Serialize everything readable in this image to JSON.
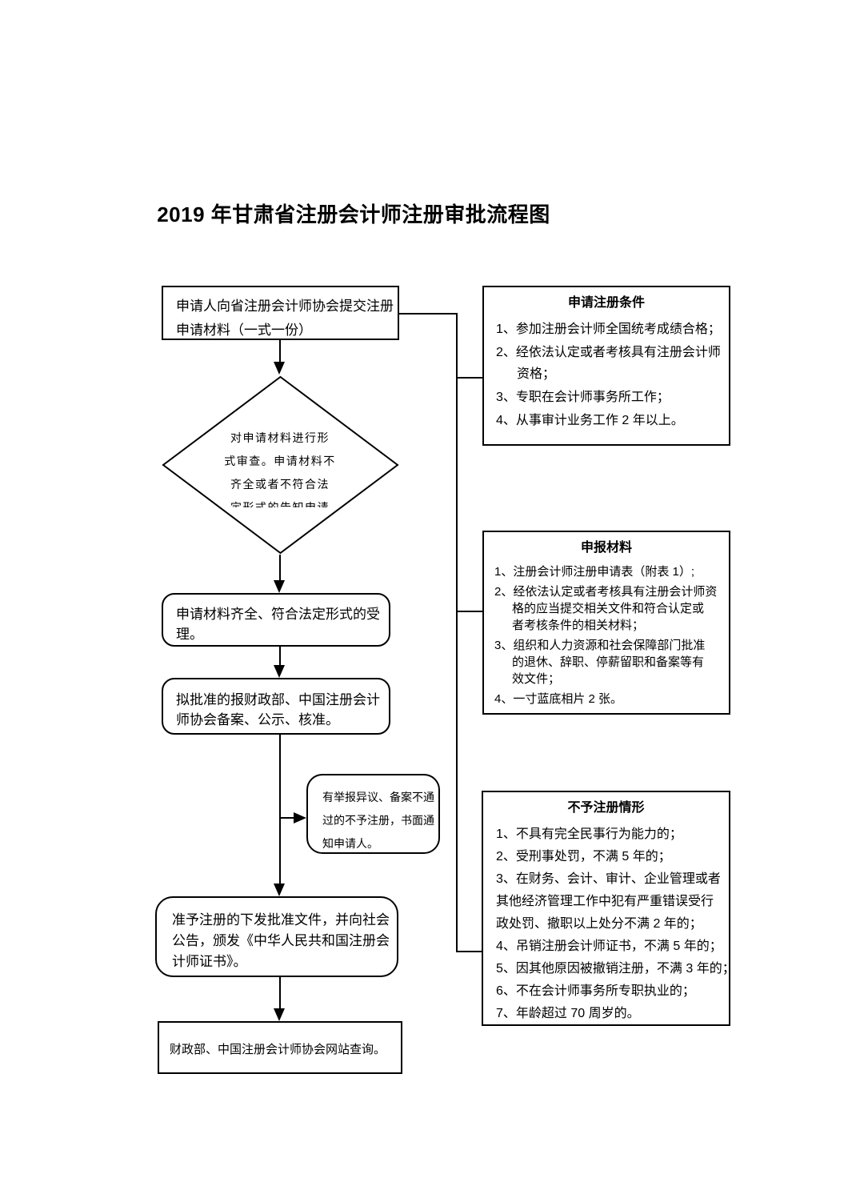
{
  "page": {
    "title": "2019 年甘肃省注册会计师注册审批流程图"
  },
  "colors": {
    "line": "#000000",
    "background": "#ffffff"
  },
  "flow": {
    "submit": {
      "lines": [
        "申请人向省注册会计师协会提交注册",
        "申请材料（一式一份）"
      ]
    },
    "review": {
      "lines": [
        "对申请材料进行形",
        "式审查。申请材料不",
        "齐全或者不符合法",
        "定形式的告知申请"
      ]
    },
    "accept": {
      "lines": [
        "申请材料齐全、符合法定形式的受",
        "理。"
      ]
    },
    "report": {
      "lines": [
        "拟批准的报财政部、中国注册会计",
        "师协会备案、公示、核准。"
      ]
    },
    "reject_notice": {
      "lines": [
        "有举报异议、备案不通",
        "过的不予注册，书面通",
        "知申请人。"
      ]
    },
    "approve": {
      "lines": [
        "准予注册的下发批准文件，并向社会",
        "公告，颁发《中华人民共和国注册会",
        "计师证书》。"
      ]
    },
    "query": {
      "lines": [
        "财政部、中国注册会计师协会网站查询。"
      ]
    }
  },
  "panels": {
    "conditions": {
      "title": "申请注册条件",
      "lines": [
        "1、参加注册会计师全国统考成绩合格；",
        "2、经依法认定或者考核具有注册会计师",
        "资格；",
        "3、专职在会计师事务所工作；",
        "4、从事审计业务工作 2 年以上。"
      ]
    },
    "materials": {
      "title": "申报材料",
      "lines": [
        "1、注册会计师注册申请表（附表 1）;",
        "2、经依法认定或者考核具有注册会计师资",
        "格的应当提交相关文件和符合认定或",
        "者考核条件的相关材料；",
        "3、组织和人力资源和社会保障部门批准",
        "的退休、辞职、停薪留职和备案等有",
        "效文件；",
        "4、一寸蓝底相片 2 张。"
      ]
    },
    "denial": {
      "title": "不予注册情形",
      "lines": [
        "1、不具有完全民事行为能力的；",
        "2、受刑事处罚，不满 5 年的；",
        "3、在财务、会计、审计、企业管理或者",
        "其他经济管理工作中犯有严重错误受行",
        "政处罚、撤职以上处分不满 2 年的；",
        "4、吊销注册会计师证书，不满 5 年的；",
        "5、因其他原因被撤销注册，不满 3 年的；",
        "6、不在会计师事务所专职执业的；",
        "7、年龄超过 70 周岁的。"
      ]
    }
  }
}
